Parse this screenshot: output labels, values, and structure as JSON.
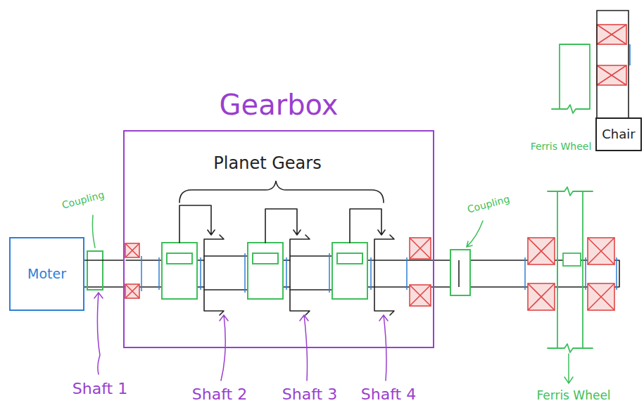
{
  "diagram": {
    "nodes": [
      {
        "text": [
          "Gearbox"
        ]
      },
      {
        "text": [
          "Chair"
        ]
      },
      {
        "text": [
          "Moter"
        ]
      }
    ],
    "edges": [
      {
        "from": 2,
        "to": 0,
        "arrow": "none"
      }
    ],
    "labels": [
      "Ferris Wheel",
      "Planet Gears",
      "Coupling",
      "Coupling",
      "Shaft 1",
      "Shaft 2",
      "Shaft 3",
      "Shaft 4",
      "Ferris Wheel"
    ]
  }
}
